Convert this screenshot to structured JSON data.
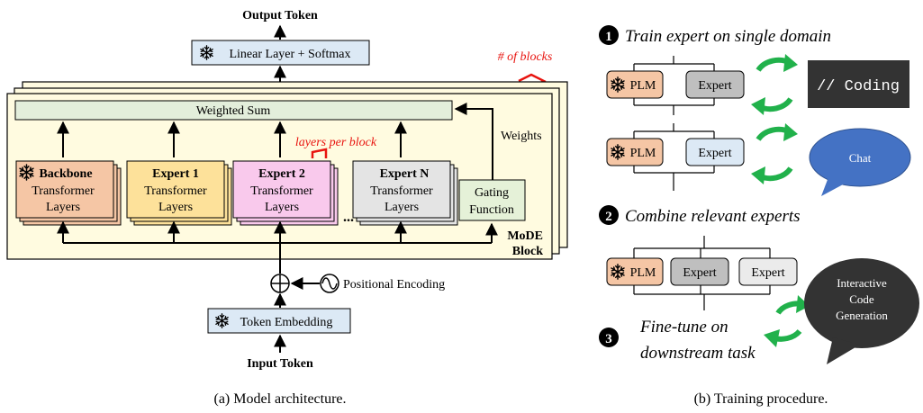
{
  "architecture": {
    "output_label": "Output Token",
    "linear_label": "Linear Layer + Softmax",
    "num_blocks_label": "# of blocks",
    "weighted_sum_label": "Weighted Sum",
    "weights_label": "Weights",
    "layers_per_block_label": "layers per block",
    "backbone": {
      "title": "Backbone",
      "line1": "Transformer",
      "line2": "Layers"
    },
    "expert1": {
      "title": "Expert 1",
      "line1": "Transformer",
      "line2": "Layers"
    },
    "expert2": {
      "title": "Expert 2",
      "line1": "Transformer",
      "line2": "Layers"
    },
    "expertN": {
      "title": "Expert N",
      "line1": "Transformer",
      "line2": "Layers"
    },
    "ellipsis": "...",
    "gating": {
      "line1": "Gating",
      "line2": "Function"
    },
    "block_label": {
      "line1": "MoDE",
      "line2": "Block"
    },
    "positional_label": "Positional Encoding",
    "embedding_label": "Token Embedding",
    "input_label": "Input Token",
    "caption": "(a) Model architecture."
  },
  "training": {
    "step1": {
      "number": "1",
      "text": "Train expert on single domain"
    },
    "step2": {
      "number": "2",
      "text": "Combine relevant experts"
    },
    "step3": {
      "number": "3",
      "line1": "Fine-tune on",
      "line2": "downstream task"
    },
    "plm_label": "PLM",
    "expert_label": "Expert",
    "coding_label": "// Coding",
    "chat_label": "Chat",
    "interactive": {
      "line1": "Interactive",
      "line2": "Code",
      "line3": "Generation"
    },
    "caption": "(b) Training procedure."
  },
  "colors": {
    "frozen_blue": "#dce9f5",
    "backbone": "#f5c6a5",
    "expert1": "#fde19a",
    "expert2": "#f9c9ec",
    "expertN": "#e4e4e4",
    "gating": "#e5f1d8",
    "block_bg": "#fffbe0",
    "weighted_sum": "#e3eedb",
    "red": "#e8140f",
    "green": "#21b14b",
    "dark": "#333333",
    "chat_blue": "#4472c4"
  }
}
